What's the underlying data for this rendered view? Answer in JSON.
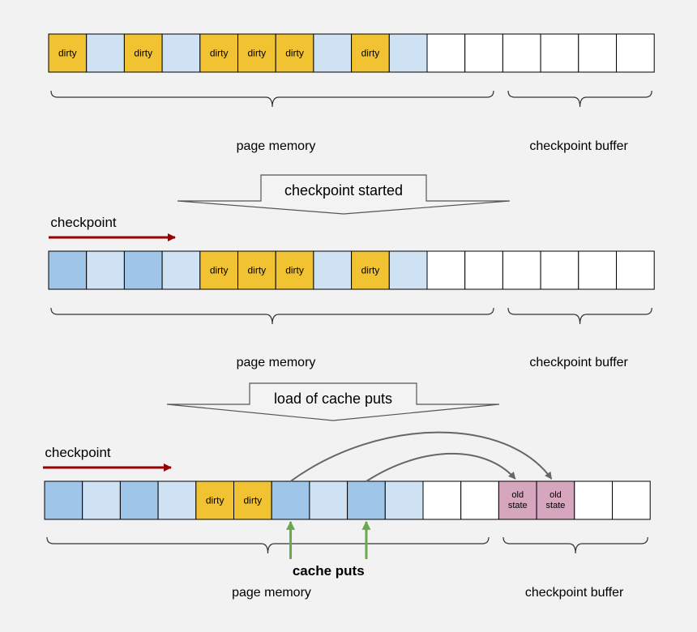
{
  "colors": {
    "background": "#f2f2f2",
    "dirty": "#f1c232",
    "light_blue": "#cfe2f3",
    "mid_blue": "#9fc5e8",
    "empty": "#ffffff",
    "old_state": "#d5a6bd",
    "checkpoint_arrow": "#990000",
    "cache_put_arrow": "#6aa84f",
    "move_arrow": "#666666",
    "outline": "#000000"
  },
  "labels": {
    "page_memory": "page memory",
    "checkpoint_buffer": "checkpoint buffer",
    "checkpoint": "checkpoint",
    "cache_puts": "cache puts"
  },
  "steps": [
    {
      "text": "checkpoint started"
    },
    {
      "text": "load of cache puts"
    }
  ],
  "rows": [
    {
      "cells": [
        {
          "state": "dirty",
          "text": "dirty"
        },
        {
          "state": "light_blue",
          "text": ""
        },
        {
          "state": "dirty",
          "text": "dirty"
        },
        {
          "state": "light_blue",
          "text": ""
        },
        {
          "state": "dirty",
          "text": "dirty"
        },
        {
          "state": "dirty",
          "text": "dirty"
        },
        {
          "state": "dirty",
          "text": "dirty"
        },
        {
          "state": "light_blue",
          "text": ""
        },
        {
          "state": "dirty",
          "text": "dirty"
        },
        {
          "state": "light_blue",
          "text": ""
        },
        {
          "state": "empty",
          "text": ""
        },
        {
          "state": "empty",
          "text": ""
        },
        {
          "state": "empty",
          "text": ""
        },
        {
          "state": "empty",
          "text": ""
        },
        {
          "state": "empty",
          "text": ""
        },
        {
          "state": "empty",
          "text": ""
        }
      ]
    },
    {
      "cells": [
        {
          "state": "mid_blue",
          "text": ""
        },
        {
          "state": "light_blue",
          "text": ""
        },
        {
          "state": "mid_blue",
          "text": ""
        },
        {
          "state": "light_blue",
          "text": ""
        },
        {
          "state": "dirty",
          "text": "dirty"
        },
        {
          "state": "dirty",
          "text": "dirty"
        },
        {
          "state": "dirty",
          "text": "dirty"
        },
        {
          "state": "light_blue",
          "text": ""
        },
        {
          "state": "dirty",
          "text": "dirty"
        },
        {
          "state": "light_blue",
          "text": ""
        },
        {
          "state": "empty",
          "text": ""
        },
        {
          "state": "empty",
          "text": ""
        },
        {
          "state": "empty",
          "text": ""
        },
        {
          "state": "empty",
          "text": ""
        },
        {
          "state": "empty",
          "text": ""
        },
        {
          "state": "empty",
          "text": ""
        }
      ]
    },
    {
      "cells": [
        {
          "state": "mid_blue",
          "text": ""
        },
        {
          "state": "light_blue",
          "text": ""
        },
        {
          "state": "mid_blue",
          "text": ""
        },
        {
          "state": "light_blue",
          "text": ""
        },
        {
          "state": "dirty",
          "text": "dirty"
        },
        {
          "state": "dirty",
          "text": "dirty"
        },
        {
          "state": "mid_blue",
          "text": ""
        },
        {
          "state": "light_blue",
          "text": ""
        },
        {
          "state": "mid_blue",
          "text": ""
        },
        {
          "state": "light_blue",
          "text": ""
        },
        {
          "state": "empty",
          "text": ""
        },
        {
          "state": "empty",
          "text": ""
        },
        {
          "state": "old_state",
          "text": "old\nstate"
        },
        {
          "state": "old_state",
          "text": "old\nstate"
        },
        {
          "state": "empty",
          "text": ""
        },
        {
          "state": "empty",
          "text": ""
        }
      ]
    }
  ]
}
